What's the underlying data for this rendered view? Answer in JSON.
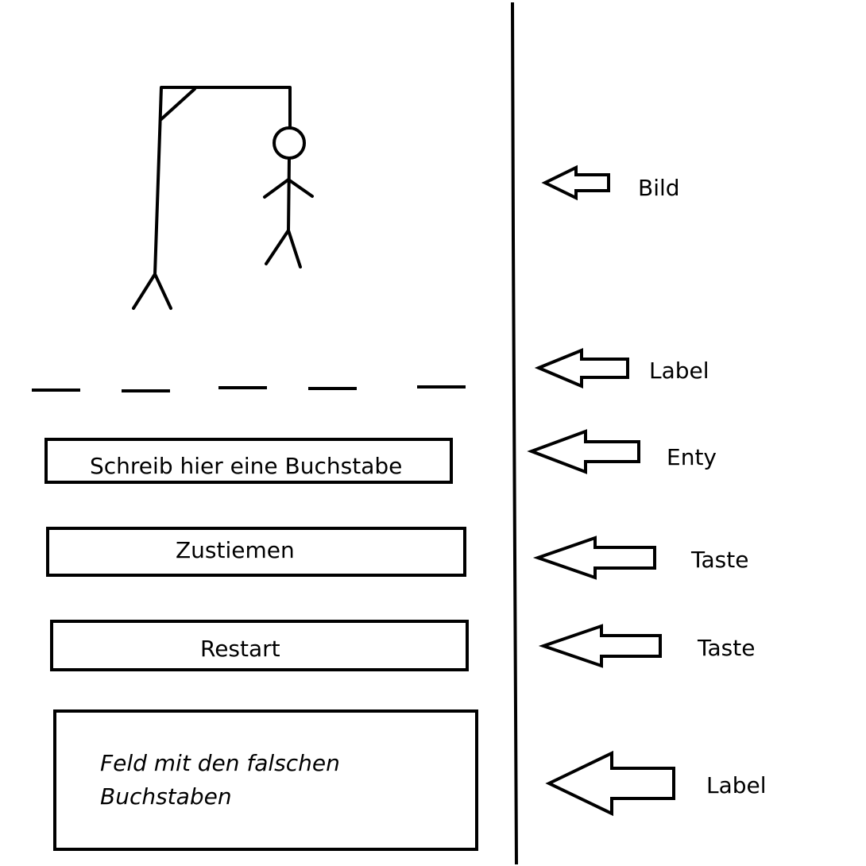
{
  "colors": {
    "background": "#ffffff",
    "ink": "#000000"
  },
  "mockup": {
    "hangman_image": {
      "icon": "hangman-drawing-icon"
    },
    "word_placeholder_dashes": 5,
    "entry": {
      "placeholder": "Schreib hier eine Buchstabe"
    },
    "submit_button": {
      "label": "Zustiemen"
    },
    "restart_button": {
      "label": "Restart"
    },
    "wrong_letters_field": {
      "text_line1": "Feld mit den falschen",
      "text_line2": "Buchstaben"
    }
  },
  "annotations": [
    {
      "label": "Bild",
      "icon": "left-arrow-icon"
    },
    {
      "label": "Label",
      "icon": "left-arrow-icon"
    },
    {
      "label": "Enty",
      "icon": "left-arrow-icon"
    },
    {
      "label": "Taste",
      "icon": "left-arrow-icon"
    },
    {
      "label": "Taste",
      "icon": "left-arrow-icon"
    },
    {
      "label": "Label",
      "icon": "left-arrow-icon"
    }
  ]
}
